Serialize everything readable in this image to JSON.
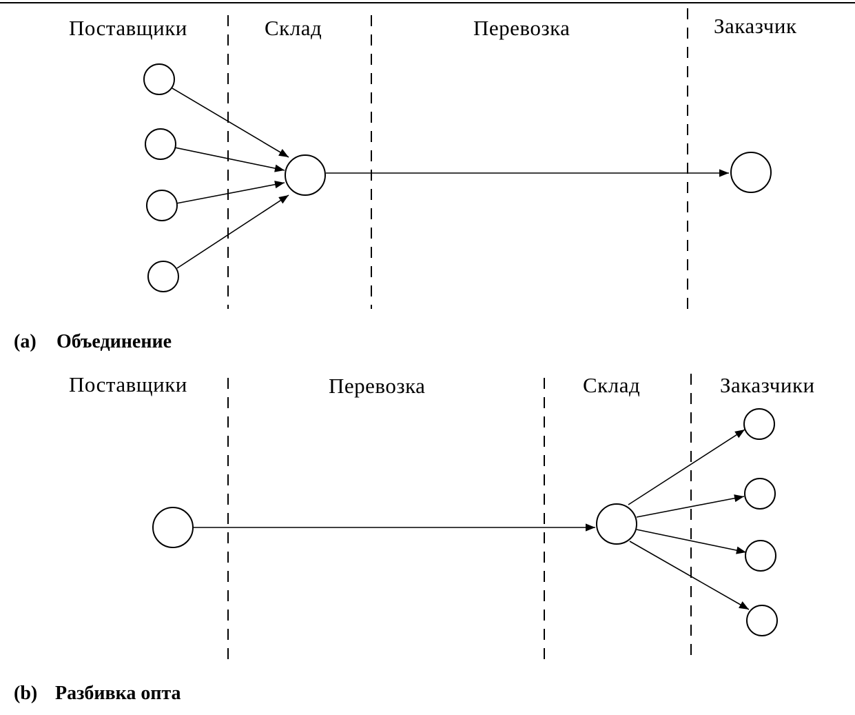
{
  "panel_a": {
    "columns": [
      "Поставщики",
      "Склад",
      "Перевозка",
      "Заказчик"
    ],
    "caption_tag": "(a)",
    "caption": "Объединение"
  },
  "panel_b": {
    "columns": [
      "Поставщики",
      "Перевозка",
      "Склад",
      "Заказчики"
    ],
    "caption_tag": "(b)",
    "caption": "Разбивка опта"
  }
}
